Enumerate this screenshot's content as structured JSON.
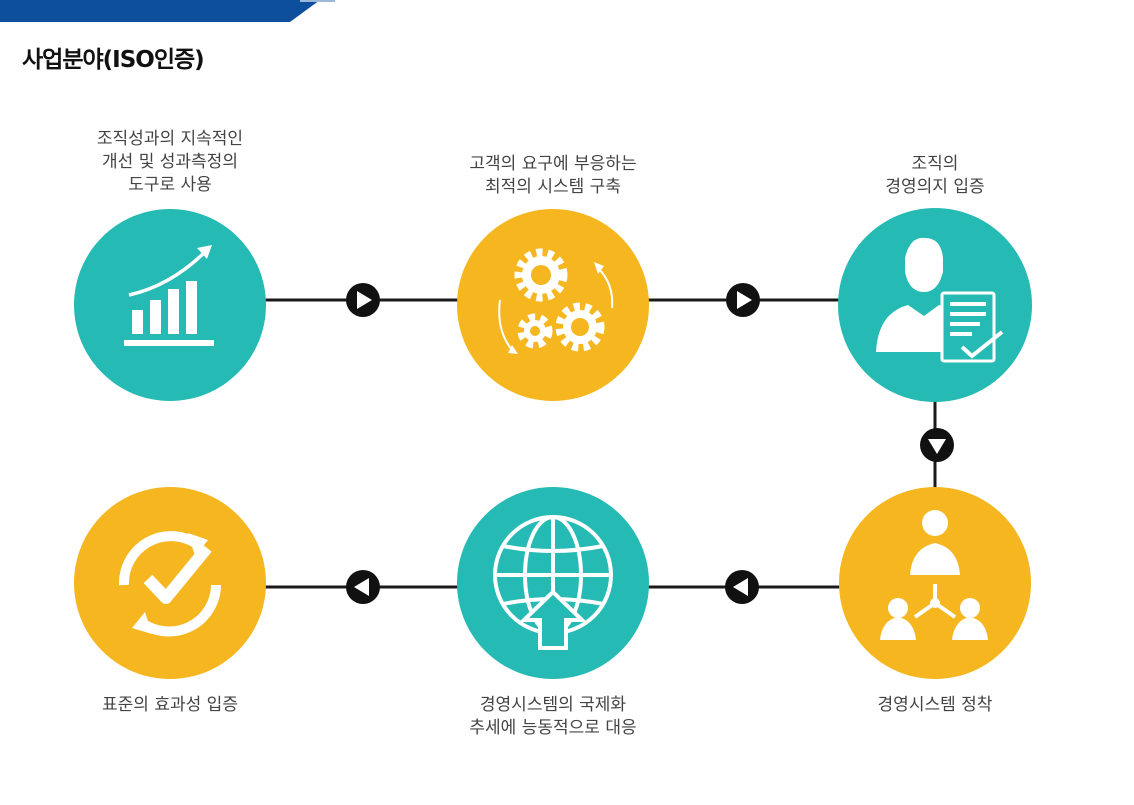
{
  "page": {
    "title": "사업분야(ISO인증)"
  },
  "colors": {
    "teal": "#26bab4",
    "yellow": "#f5b61f",
    "line": "#1a1a1a",
    "banner": "#0d4f9c"
  },
  "steps": [
    {
      "caption": [
        "조직성과의 지속적인",
        "개선 및 성과측정의",
        "도구로 사용"
      ],
      "color": "teal",
      "icon": "growth-chart-icon"
    },
    {
      "caption": [
        "고객의 요구에 부응하는",
        "최적의 시스템 구축"
      ],
      "color": "yellow",
      "icon": "gears-icon"
    },
    {
      "caption": [
        "조직의",
        "경영의지 입증"
      ],
      "color": "teal",
      "icon": "businessman-checklist-icon"
    },
    {
      "caption": [
        "경영시스템 정착"
      ],
      "color": "yellow",
      "icon": "team-hierarchy-icon"
    },
    {
      "caption": [
        "경영시스템의 국제화",
        "추세에 능동적으로 대응"
      ],
      "color": "teal",
      "icon": "globe-arrow-icon"
    },
    {
      "caption": [
        "표준의 효과성 입증"
      ],
      "color": "yellow",
      "icon": "check-cycle-icon"
    }
  ]
}
